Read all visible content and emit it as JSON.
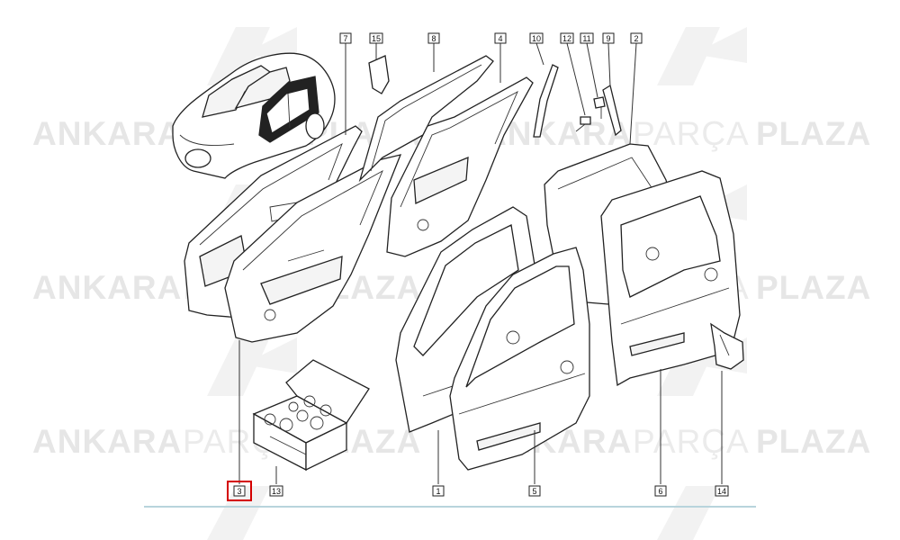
{
  "watermark": {
    "brand_bold_1": "ANKARA",
    "brand_light": "PARÇA",
    "brand_bold_2": "PLAZA"
  },
  "callouts": [
    {
      "id": "c7",
      "label": "7"
    },
    {
      "id": "c15",
      "label": "15"
    },
    {
      "id": "c8",
      "label": "8"
    },
    {
      "id": "c4",
      "label": "4"
    },
    {
      "id": "c10",
      "label": "10"
    },
    {
      "id": "c12",
      "label": "12"
    },
    {
      "id": "c11",
      "label": "11"
    },
    {
      "id": "c9",
      "label": "9"
    },
    {
      "id": "c2",
      "label": "2"
    },
    {
      "id": "c3",
      "label": "3",
      "selected": true
    },
    {
      "id": "c13",
      "label": "13"
    },
    {
      "id": "c1",
      "label": "1"
    },
    {
      "id": "c5",
      "label": "5"
    },
    {
      "id": "c6",
      "label": "6"
    },
    {
      "id": "c14",
      "label": "14"
    }
  ],
  "colors": {
    "highlight": "#d40000",
    "baseline": "#b8d4dc",
    "watermark": "#e6e6e6"
  }
}
